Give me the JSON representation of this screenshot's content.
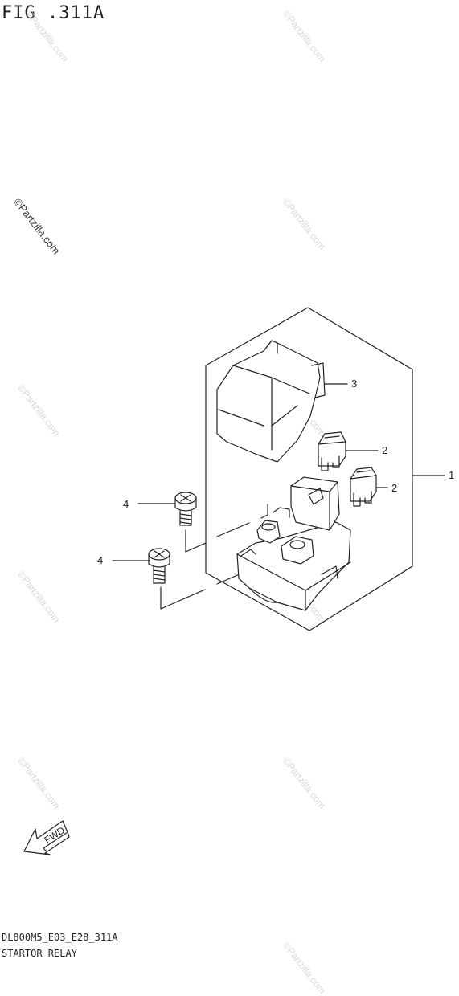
{
  "figure": {
    "title": "FIG .311A",
    "callouts": {
      "assembly": "1",
      "fuse_a": "2",
      "fuse_b": "2",
      "cover": "3",
      "bolt_a": "4",
      "bolt_b": "4"
    },
    "fwd_label": "FWD",
    "watermark": "©Partzilla.com",
    "footer_code": "DL800M5_E03_E28_311A",
    "footer_name": "STARTOR RELAY"
  }
}
